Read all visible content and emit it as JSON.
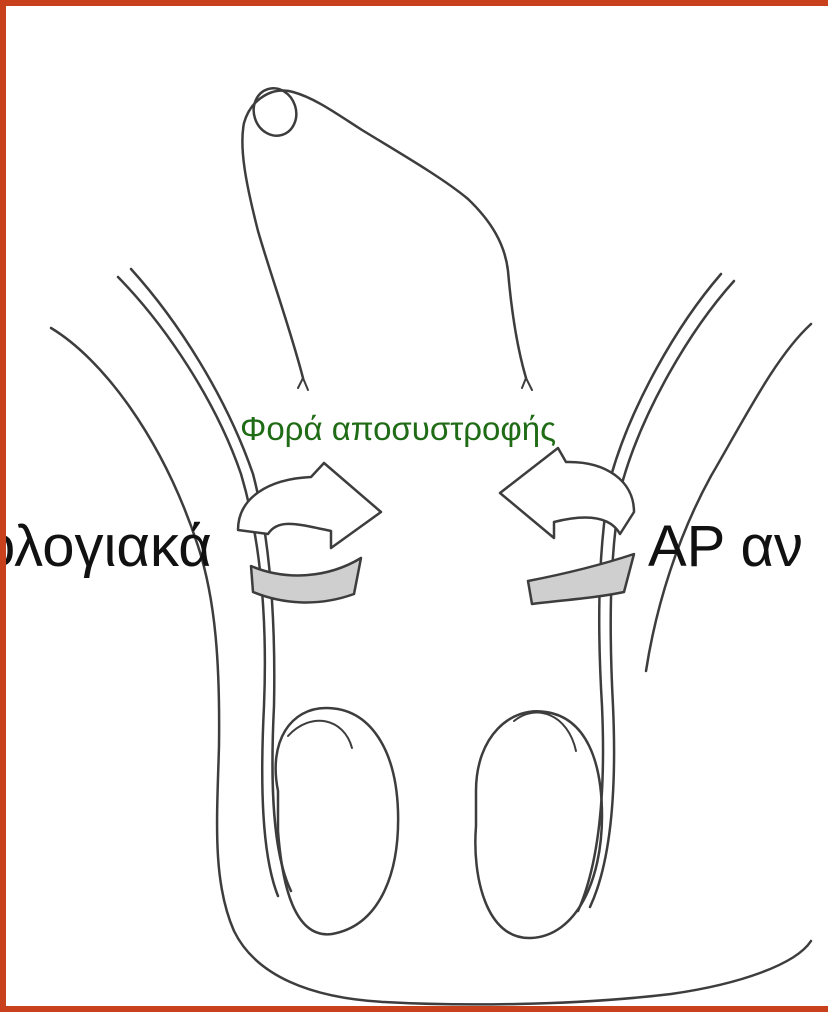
{
  "labels": {
    "direction": "Φορά αποσυστροφής",
    "left_side": "ρολογιακά",
    "right_side": "ΑΡ αν"
  },
  "colors": {
    "frame": "#c8401c",
    "direction_text": "#1f6b16",
    "side_text": "#111111",
    "outline": "#3d3d3d",
    "arrow_fill": "#cfcfcf"
  }
}
